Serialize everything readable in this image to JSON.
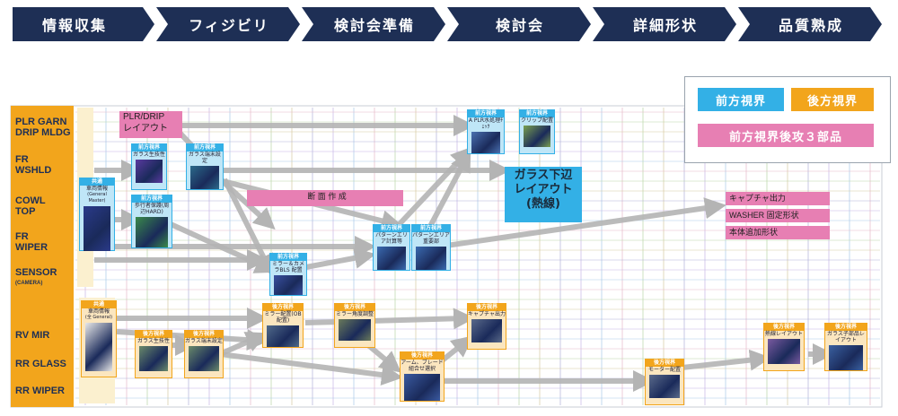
{
  "phases": [
    "情報収集",
    "フィジビリ",
    "検討会準備",
    "検討会",
    "詳細形状",
    "品質熟成"
  ],
  "rows": [
    {
      "line1": "PLR GARN",
      "line2": "DRIP MLDG"
    },
    {
      "line1": "FR",
      "line2": "WSHLD"
    },
    {
      "line1": "COWL",
      "line2": "TOP"
    },
    {
      "line1": "FR",
      "line2": "WIPER"
    },
    {
      "line1": "SENSOR",
      "line2": "(CAMERA)"
    },
    {
      "line1": "RV MIR",
      "line2": ""
    },
    {
      "line1": "RR GLASS",
      "line2": ""
    },
    {
      "line1": "RR WIPER",
      "line2": ""
    }
  ],
  "legend": {
    "front": "前方視界",
    "rear": "後方視界",
    "both": "前方視界後攻３部品"
  },
  "colors": {
    "phase_bg": "#1e2f55",
    "row_label_bg": "#f2a51c",
    "front": "#33b0e6",
    "rear": "#f2a51c",
    "both": "#e77fb3",
    "arrow": "#b4b4b4"
  },
  "nodes": {
    "common_front": {
      "hdr": "共通",
      "text": "車両情報",
      "sub": "(General Master)"
    },
    "common_rear": {
      "hdr": "共通",
      "text": "車両情報",
      "sub": "(全 General)"
    },
    "glass_prod": {
      "hdr": "前方視界",
      "text": "ガラス生技性"
    },
    "glass_end": {
      "hdr": "前方視界",
      "text": "ガラス端末設定"
    },
    "pedestrian": {
      "hdr": "前方視界",
      "text": "歩行者保護(周辺HARD)"
    },
    "mirror_cam": {
      "hdr": "前方視界",
      "text": "ミラー＆カメラBLS 配置"
    },
    "pattern_area_a": {
      "hdr": "前方視界",
      "text": "パターンエリア計算等"
    },
    "pattern_area_b": {
      "hdr": "前方視界",
      "text": "パターンエリア重要部"
    },
    "a_plr": {
      "hdr": "前方視界",
      "text": "A PLR水処理ﾁｪｯｸ"
    },
    "clip": {
      "hdr": "前方視界",
      "text": "クリップ配置"
    },
    "mirror_layout": {
      "hdr": "後方視界",
      "text": "ミラー配置(OB 配置)"
    },
    "mirror_angle": {
      "hdr": "後方視界",
      "text": "ミラー角度調整"
    },
    "capture_out": {
      "hdr": "後方視界",
      "text": "キャプチャ出力"
    },
    "rr_glass_prod": {
      "hdr": "後方視界",
      "text": "ガラス生技性"
    },
    "rr_glass_end": {
      "hdr": "後方視界",
      "text": "ガラス端末設定"
    },
    "arm_blade": {
      "hdr": "後方視界",
      "text": "アーム、ブレード組合せ選択"
    },
    "motor": {
      "hdr": "後方視界",
      "text": "モーター配置"
    },
    "thermal_layout": {
      "hdr": "後方視界",
      "text": "熱線レイアウト"
    },
    "glass_sub_layout": {
      "hdr": "後方視界",
      "text": "ガラス子部品レイアウト"
    }
  },
  "pink_labels": {
    "plr_drip": "PLR/DRIP\nレイアウト",
    "section": "断 面 作 成",
    "capture_output": "キャプチャ出力",
    "washer": "WASHER 固定形状",
    "body_add": "本体追加形状"
  },
  "glass_lower": "ガラス下辺\nレイアウト\n(熱線)"
}
